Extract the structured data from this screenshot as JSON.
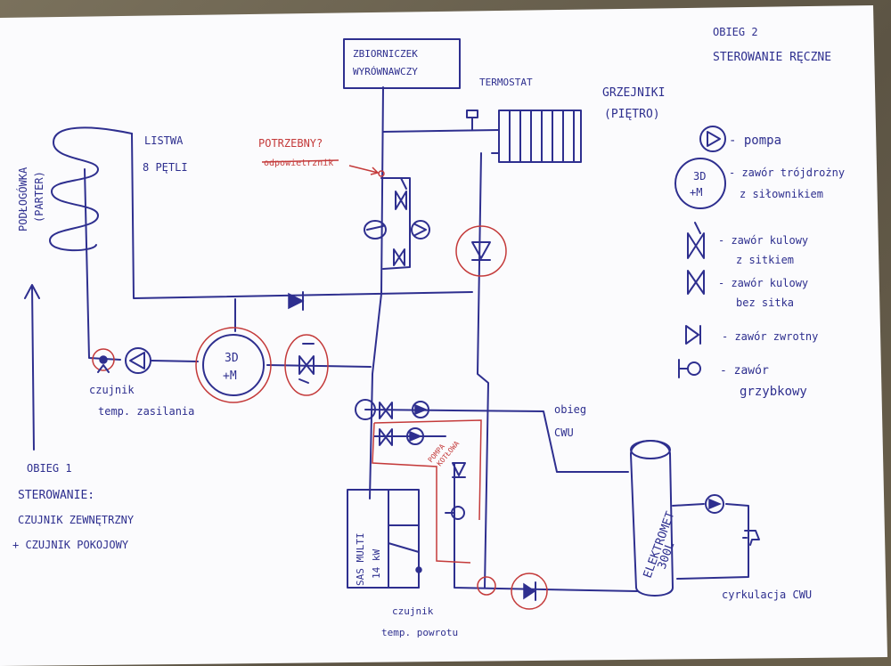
{
  "labels": {
    "expansion_tank": [
      "ZBIORNICZEK",
      "WYRÓWNAWCZY"
    ],
    "thermostat": "TERMOSTAT",
    "radiators": [
      "GRZEJNIKI",
      "(PIĘTRO)"
    ],
    "circuit2": [
      "OBIEG 2",
      "STEROWANIE RĘCZNE"
    ],
    "floor_heating": [
      "PODŁOGÓWKA",
      "(PARTER)"
    ],
    "manifold": [
      "LISTWA",
      "8 PĘTLI"
    ],
    "needed": "POTRZEBNY?",
    "needed_struck": "odpowietrznik",
    "supply_sensor": [
      "czujnik",
      "temp. zasilania"
    ],
    "circuit1": [
      "OBIEG 1",
      "STEROWANIE:",
      "CZUJNIK ZEWNĘTRZNY",
      "+ CZUJNIK POKOJOWY"
    ],
    "mixing_valve": [
      "3D",
      "+M"
    ],
    "boiler_pump": [
      "POMPA",
      "KOTŁOWA"
    ],
    "dhw_circuit": [
      "obieg",
      "CWU"
    ],
    "boiler": [
      "SAS MULTI",
      "14 kW"
    ],
    "tank": [
      "ELEKTROMET",
      "300L"
    ],
    "return_sensor": [
      "czujnik",
      "temp. powrotu"
    ],
    "circulation": "cyrkulacja CWU"
  },
  "legend": [
    {
      "symbol": "pump-icon",
      "text": "- pompa"
    },
    {
      "symbol": "mixing-valve-icon",
      "line1": "3D",
      "line2": "+M",
      "text": [
        "- zawór trójdrożny",
        "z siłownikiem"
      ]
    },
    {
      "symbol": "ball-valve-strainer-icon",
      "text": [
        "- zawór kulowy",
        "z sitkiem"
      ]
    },
    {
      "symbol": "ball-valve-icon",
      "text": [
        "- zawór kulowy",
        "bez sitka"
      ]
    },
    {
      "symbol": "check-valve-icon",
      "text": "- zawór zwrotny"
    },
    {
      "symbol": "mushroom-valve-icon",
      "text": [
        "- zawór",
        "grzybkowy"
      ]
    }
  ],
  "colors": {
    "paper": "#fbfbfd",
    "ink": "#2e2f8f",
    "red": "#c43a3a",
    "background": "#6e6552"
  }
}
